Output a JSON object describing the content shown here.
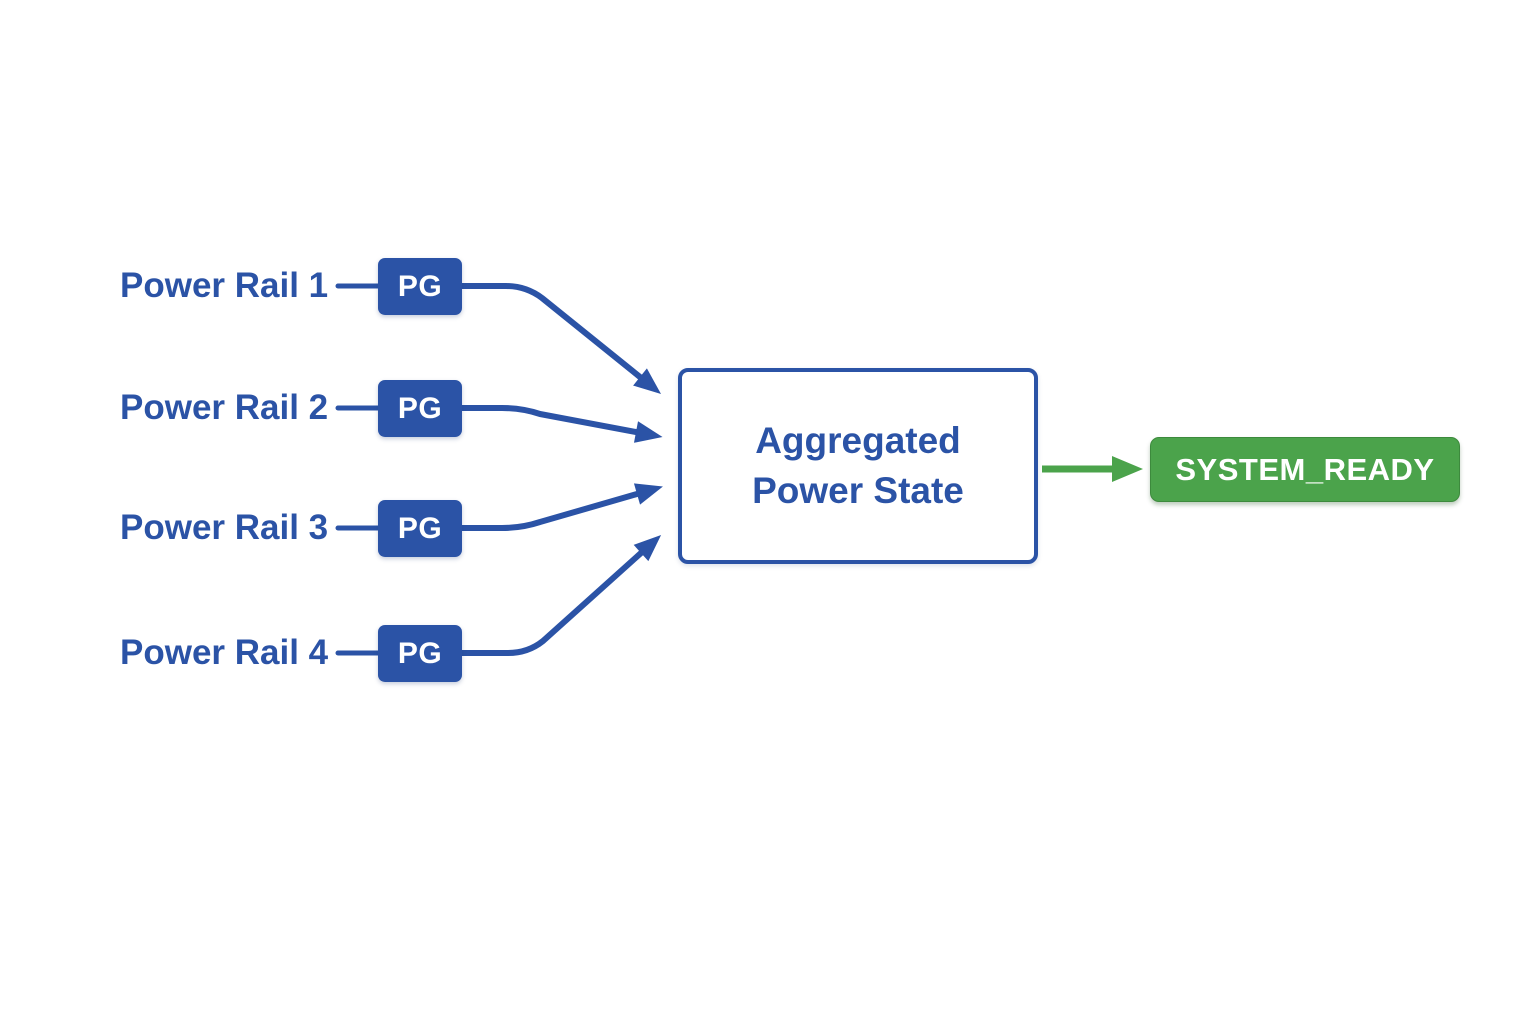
{
  "rails": [
    {
      "label": "Power Rail 1",
      "pg_label": "PG"
    },
    {
      "label": "Power Rail 2",
      "pg_label": "PG"
    },
    {
      "label": "Power Rail 3",
      "pg_label": "PG"
    },
    {
      "label": "Power Rail 4",
      "pg_label": "PG"
    }
  ],
  "aggregator": {
    "line1": "Aggregated",
    "line2": "Power State"
  },
  "output": {
    "label": "SYSTEM_READY"
  },
  "colors": {
    "blue": "#2B53A6",
    "green": "#4BA34B",
    "green_dark": "#3D8A3D",
    "background": "#FFFFFF",
    "pg_text": "#FFFFFF",
    "system_ready_text": "#FFFFFF"
  }
}
